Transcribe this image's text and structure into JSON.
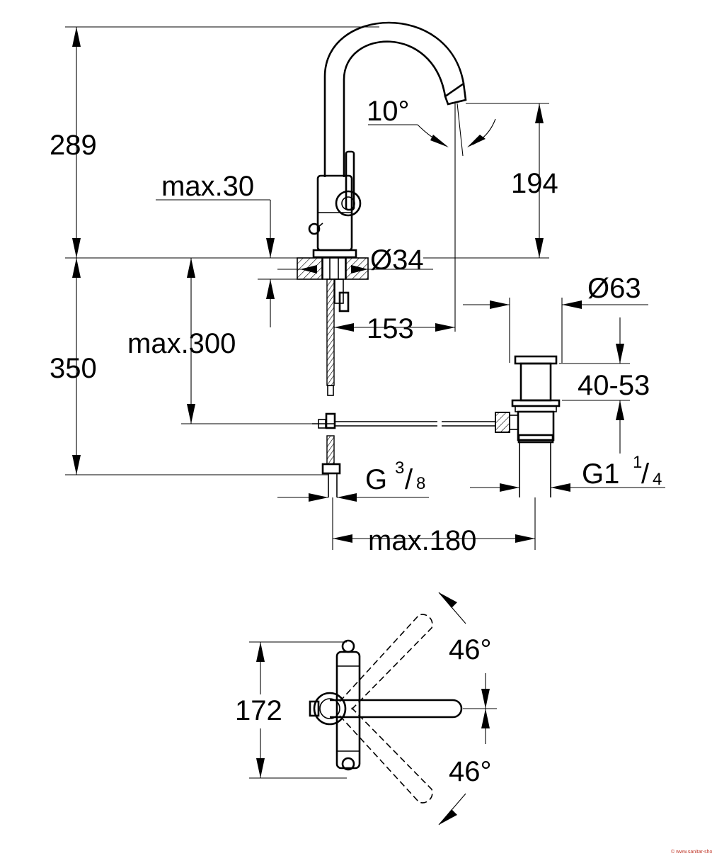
{
  "side_view": {
    "height_total": "289",
    "deck_thickness": "max.30",
    "hole_diameter": "Ø34",
    "outlet_height": "194",
    "spout_angle": "10°",
    "spout_reach": "153",
    "flange_diameter": "Ø63",
    "below_deck": "350",
    "max_300": "max.300",
    "waste_range": "40-53",
    "supply_thread": "G",
    "supply_num": "3",
    "supply_den": "8",
    "waste_thread": "G1",
    "waste_num": "1",
    "waste_den": "4",
    "max_180": "max.180"
  },
  "top_view": {
    "width": "172",
    "angle_upper": "46°",
    "angle_lower": "46°"
  },
  "watermark": "© www.sanitar-shop.ru"
}
